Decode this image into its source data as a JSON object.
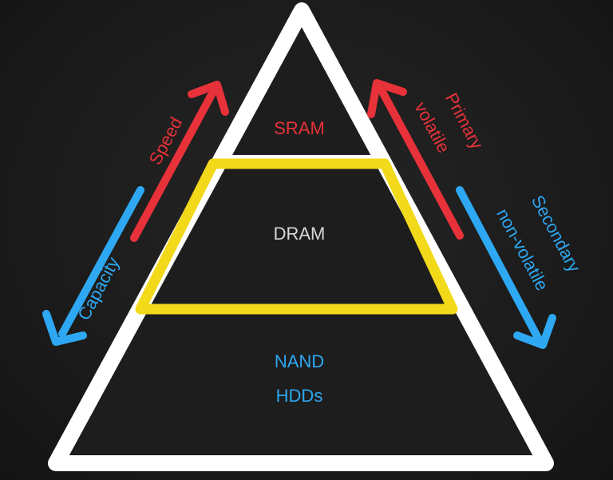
{
  "pyramid": {
    "tiers": [
      {
        "label": "SRAM",
        "color": "#e8323a"
      },
      {
        "label": "DRAM",
        "color": "#d8d8d8"
      },
      {
        "label": "NAND",
        "color": "#2ea8f2"
      },
      {
        "label": "HDDs",
        "color": "#2ea8f2"
      }
    ],
    "outline_color": "#ffffff",
    "highlight_color": "#f2d91a"
  },
  "left_arrows": {
    "speed": {
      "label": "Speed",
      "color": "#e8323a"
    },
    "capacity": {
      "label": "Capacity",
      "color": "#2ea8f2"
    }
  },
  "right_arrows": {
    "primary": {
      "line1": "Primary",
      "line2": "volatile",
      "color": "#e8323a"
    },
    "secondary": {
      "line1": "Secondary",
      "line2": "non-volatile",
      "color": "#2ea8f2"
    }
  }
}
